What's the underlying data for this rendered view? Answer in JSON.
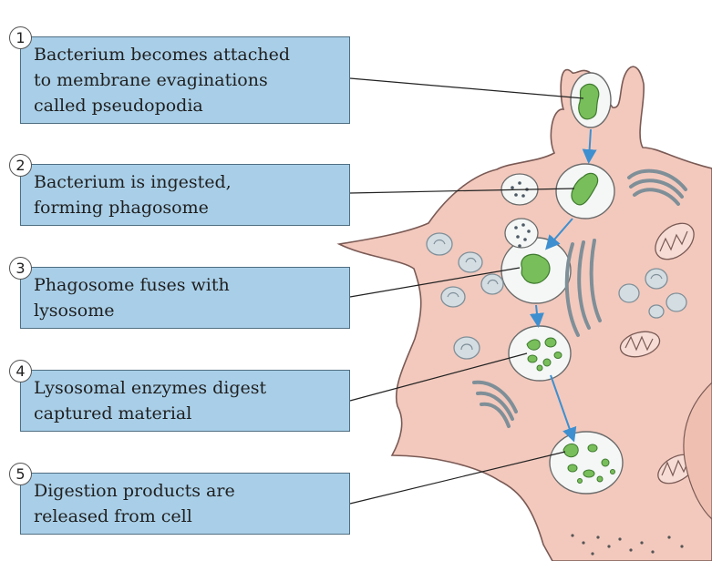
{
  "steps": [
    {
      "number": "1",
      "lines": [
        "Bacterium becomes attached",
        "to membrane evaginations",
        "called pseudopodia"
      ]
    },
    {
      "number": "2",
      "lines": [
        "Bacterium is ingested,",
        "forming phagosome"
      ]
    },
    {
      "number": "3",
      "lines": [
        "Phagosome fuses with",
        "lysosome"
      ]
    },
    {
      "number": "4",
      "lines": [
        "Lysosomal enzymes digest",
        "captured material"
      ]
    },
    {
      "number": "5",
      "lines": [
        "Digestion products are",
        "released from cell"
      ]
    }
  ],
  "colors": {
    "label_box": "#a9cfe8",
    "cell_body": "#f3c9bd",
    "bacterium": "#78be5a",
    "vesicle": "#f4f7f6",
    "organelle": "#aebfc7",
    "arrow": "#3d8fd0"
  }
}
